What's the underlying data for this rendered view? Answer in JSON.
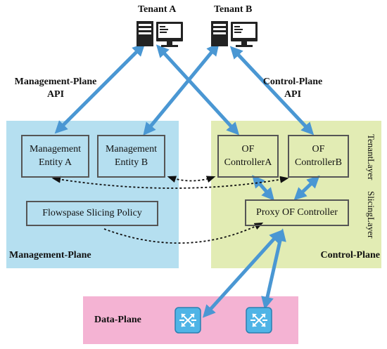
{
  "tenants": {
    "a_label": "Tenant A",
    "b_label": "Tenant B",
    "icon": "computer-workstation-icon"
  },
  "apis": {
    "management_line1": "Management-Plane",
    "management_line2": "API",
    "control_line1": "Control-Plane",
    "control_line2": "API"
  },
  "management_plane": {
    "label": "Management-Plane",
    "color": "#b5dff0",
    "entity_a": [
      "Management",
      "Entity A"
    ],
    "entity_b": [
      "Management",
      "Entity B"
    ],
    "policy": "Flowspase Slicing Policy"
  },
  "control_plane": {
    "label": "Control-Plane",
    "color": "#e2ecb4",
    "controller_a": [
      "OF",
      "ControllerA"
    ],
    "controller_b": [
      "OF",
      "ControllerB"
    ],
    "proxy": "Proxy OF Controller",
    "tenant_layer": [
      "Tenant",
      "Layer"
    ],
    "slicing_layer": [
      "Slicing",
      "Layer"
    ]
  },
  "data_plane": {
    "label": "Data-Plane",
    "color": "#f4b3d3",
    "switch_icon": "openflow-switch-icon",
    "switch_color": "#4fb4e6"
  },
  "arrows": {
    "api_color": "#4a97d3",
    "dotted_color": "#111111"
  }
}
